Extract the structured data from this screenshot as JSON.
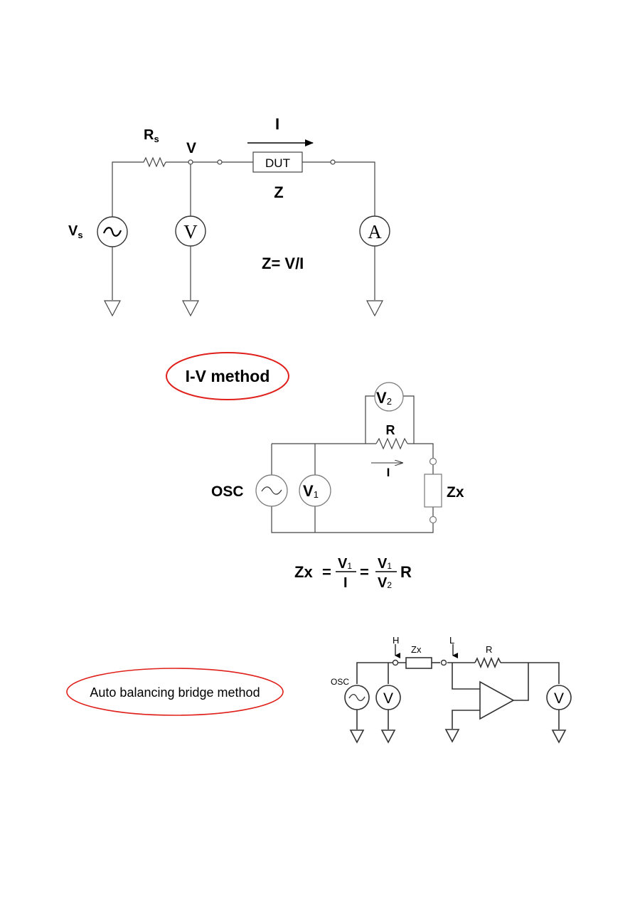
{
  "diagram1": {
    "current_label": "I",
    "source_resistor_label": "R",
    "source_resistor_sub": "s",
    "node_voltage_label": "V",
    "dut_label": "DUT",
    "impedance_label": "Z",
    "source_label": "V",
    "source_sub": "s",
    "voltmeter_symbol": "V",
    "ammeter_symbol": "A",
    "formula": "Z= V/I"
  },
  "diagram2": {
    "title": "I-V method",
    "v2_meter": "V",
    "v2_sub": "2",
    "resistor_label": "R",
    "current_label": "I",
    "osc_label": "OSC",
    "v1_meter": "V",
    "v1_sub": "1",
    "zx_label": "Zx",
    "formula": {
      "lhs": "Zx",
      "eq": "=",
      "frac1_num": "V",
      "frac1_num_sub": "1",
      "frac1_den": "I",
      "eq2": "=",
      "frac2_num": "V",
      "frac2_num_sub": "1",
      "frac2_den": "V",
      "frac2_den_sub": "2",
      "tail": "R"
    }
  },
  "diagram3": {
    "title": "Auto balancing bridge method",
    "h_label": "H",
    "zx_label": "Zx",
    "l_label": "L",
    "r_label": "R",
    "osc_label": "OSC",
    "v_left": "V",
    "v_right": "V"
  },
  "colors": {
    "ellipse": "#e0201b",
    "wire": "#444444",
    "text": "#000000"
  }
}
